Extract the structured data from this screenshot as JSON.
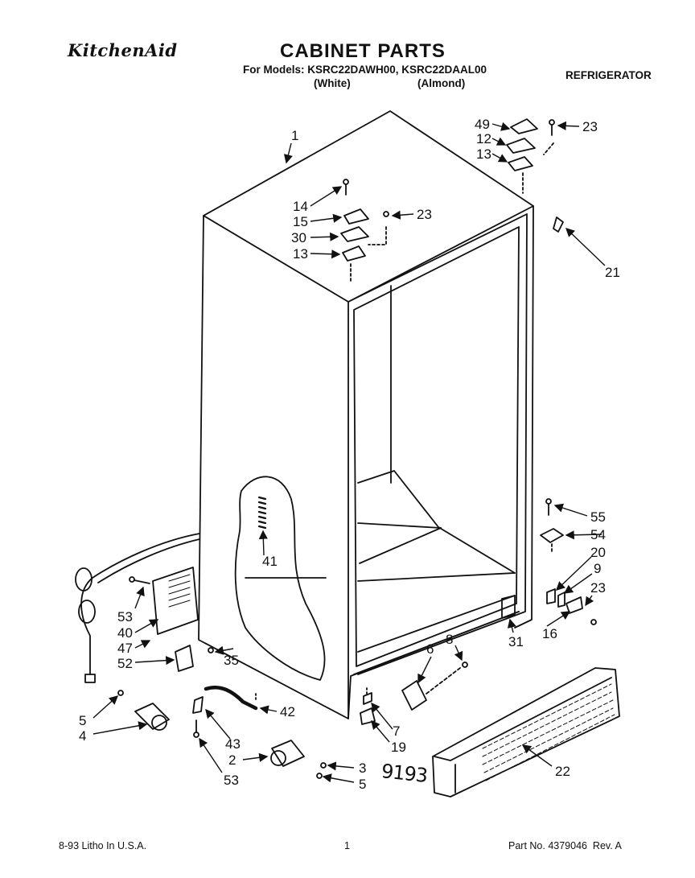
{
  "header": {
    "brand": "KitchenAid",
    "title": "CABINET PARTS",
    "models_line": "For Models: KSRC22DAWH00, KSRC22DAAL00",
    "white": "(White)",
    "almond": "(Almond)",
    "category": "REFRIGERATOR"
  },
  "handwritten_note": "9193",
  "footer": {
    "left": "8-93 Litho In U.S.A.",
    "center": "1",
    "right": "Part No. 4379046  Rev. A"
  },
  "callouts": {
    "c1": "1",
    "c49": "49",
    "c12": "12",
    "c13a": "13",
    "c23a": "23",
    "c14": "14",
    "c15": "15",
    "c30": "30",
    "c13b": "13",
    "c23b": "23",
    "c21": "21",
    "c41": "41",
    "c55": "55",
    "c54": "54",
    "c20": "20",
    "c9": "9",
    "c23c": "23",
    "c16": "16",
    "c31": "31",
    "c53a": "53",
    "c40": "40",
    "c47": "47",
    "c52": "52",
    "c35": "35",
    "c5a": "5",
    "c4": "4",
    "c42": "42",
    "c43": "43",
    "c6": "6",
    "c8": "8",
    "c7": "7",
    "c19": "19",
    "c2": "2",
    "c3": "3",
    "c5b": "5",
    "c53b": "53",
    "c22": "22"
  }
}
